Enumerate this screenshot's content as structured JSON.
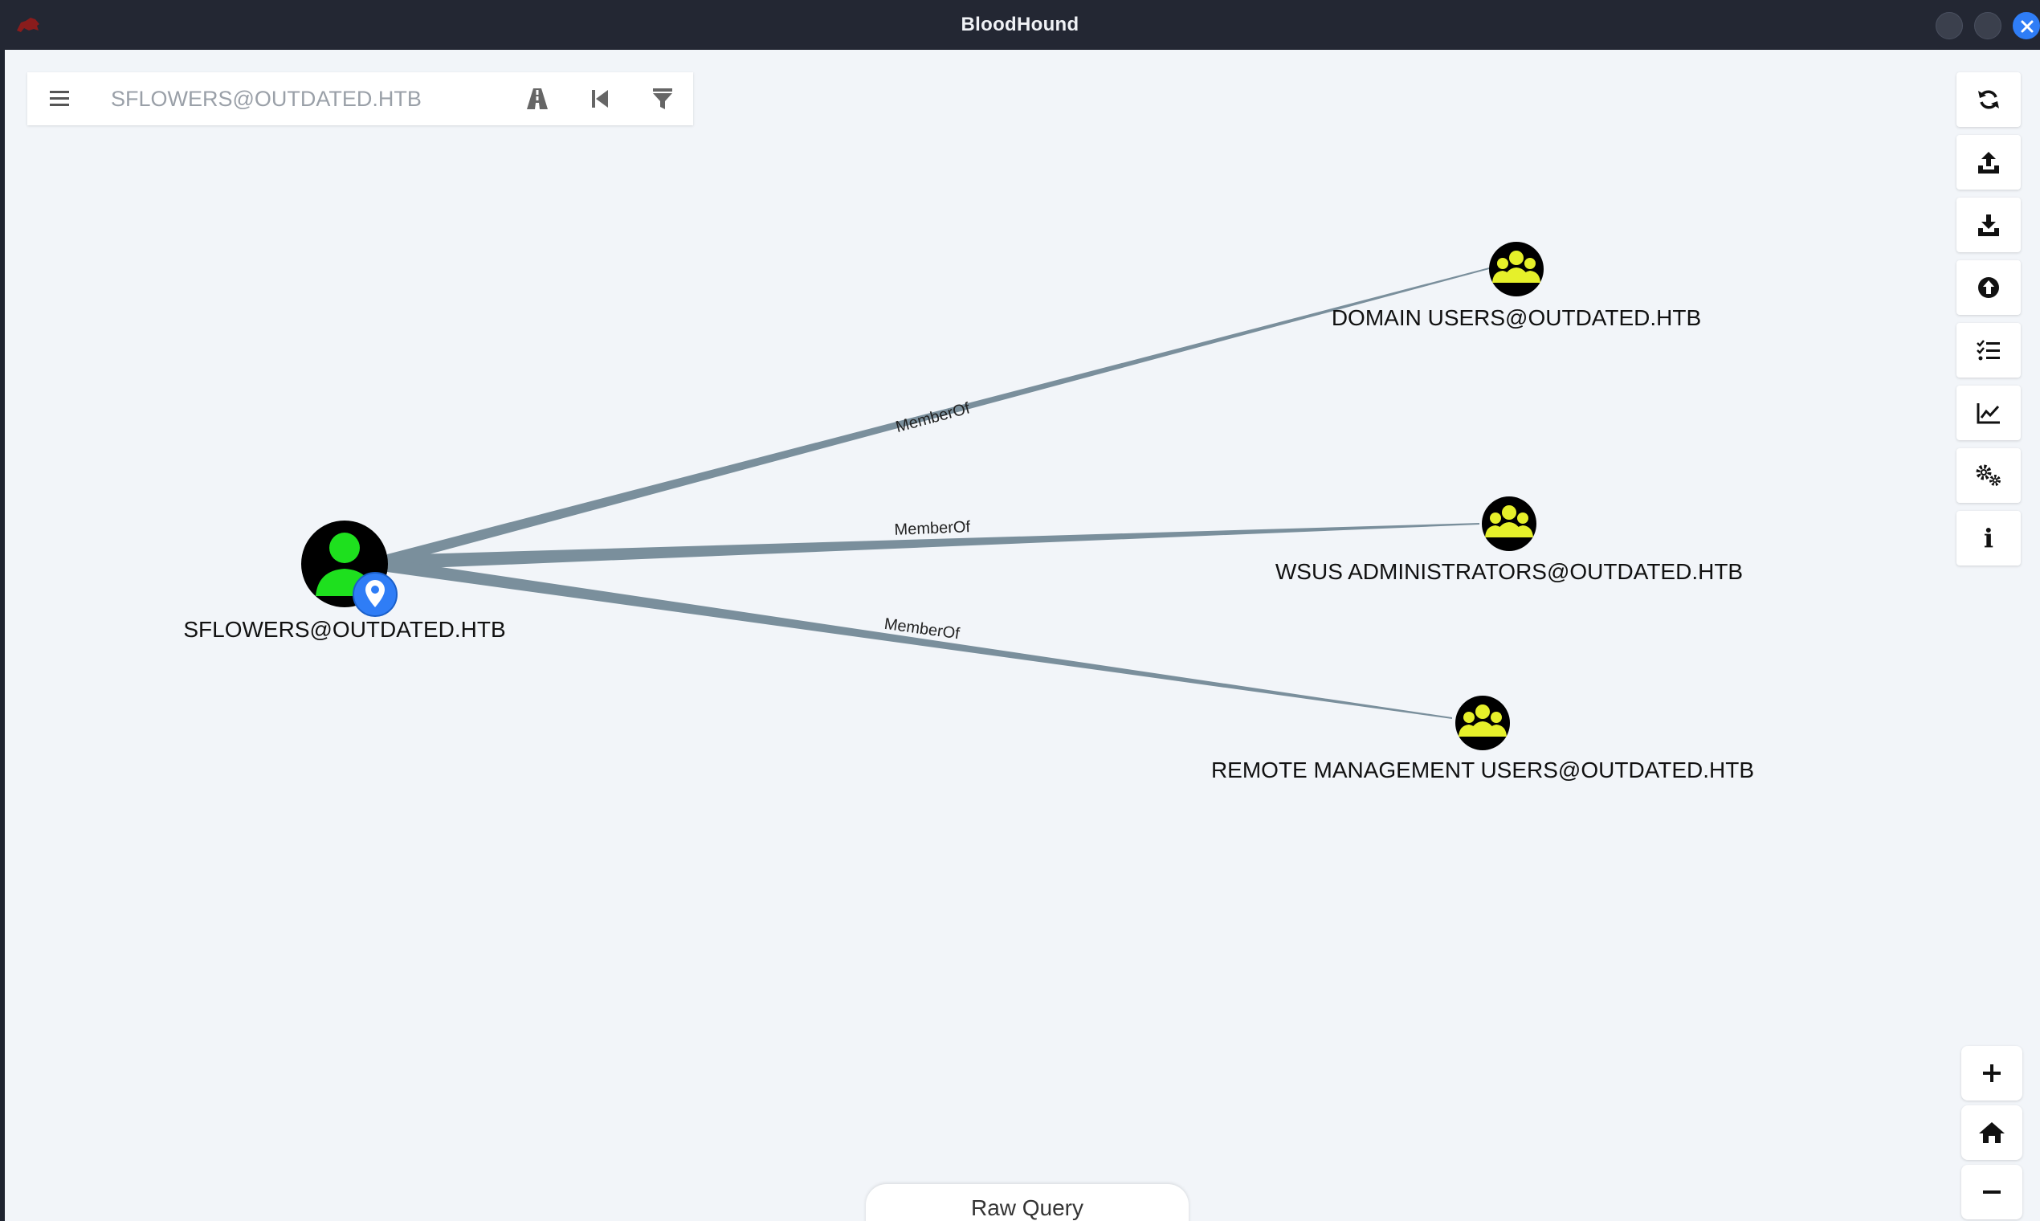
{
  "window": {
    "title": "BloodHound",
    "logo_icon": "bloodhound-logo-icon",
    "controls": [
      "minimize-icon",
      "maximize-icon",
      "close-icon"
    ],
    "accent": "#2f7df6"
  },
  "search": {
    "value": "SFLOWERS@OUTDATED.HTB",
    "icons": [
      "menu-icon",
      "pathfinding-road-icon",
      "back-step-icon",
      "filter-icon"
    ]
  },
  "toolbar": {
    "buttons": [
      {
        "name": "refresh-button",
        "icon": "refresh-icon"
      },
      {
        "name": "export-graph-button",
        "icon": "export-icon"
      },
      {
        "name": "import-graph-button",
        "icon": "import-icon"
      },
      {
        "name": "upload-data-button",
        "icon": "upload-circle-icon"
      },
      {
        "name": "change-layout-button",
        "icon": "checklist-icon"
      },
      {
        "name": "database-info-button",
        "icon": "line-chart-icon"
      },
      {
        "name": "settings-button",
        "icon": "gears-icon"
      },
      {
        "name": "about-button",
        "icon": "info-icon",
        "glyph": "i"
      }
    ]
  },
  "zoom": {
    "icons": [
      "zoom-in-icon",
      "home-icon",
      "zoom-out-icon"
    ]
  },
  "graph": {
    "edge_color": "#7a8f9c",
    "user_icon_color": "#1ee01e",
    "group_icon_color": "#e6f02a",
    "nodes": {
      "source": {
        "label": "SFLOWERS@OUTDATED.HTB",
        "type": "User",
        "marker_icon": "location-pin-icon"
      },
      "targets": [
        {
          "label": "DOMAIN USERS@OUTDATED.HTB",
          "type": "Group",
          "edge": "MemberOf"
        },
        {
          "label": "WSUS ADMINISTRATORS@OUTDATED.HTB",
          "type": "Group",
          "edge": "MemberOf"
        },
        {
          "label": "REMOTE MANAGEMENT USERS@OUTDATED.HTB",
          "type": "Group",
          "edge": "MemberOf"
        }
      ]
    }
  },
  "raw_query": {
    "label": "Raw Query"
  }
}
